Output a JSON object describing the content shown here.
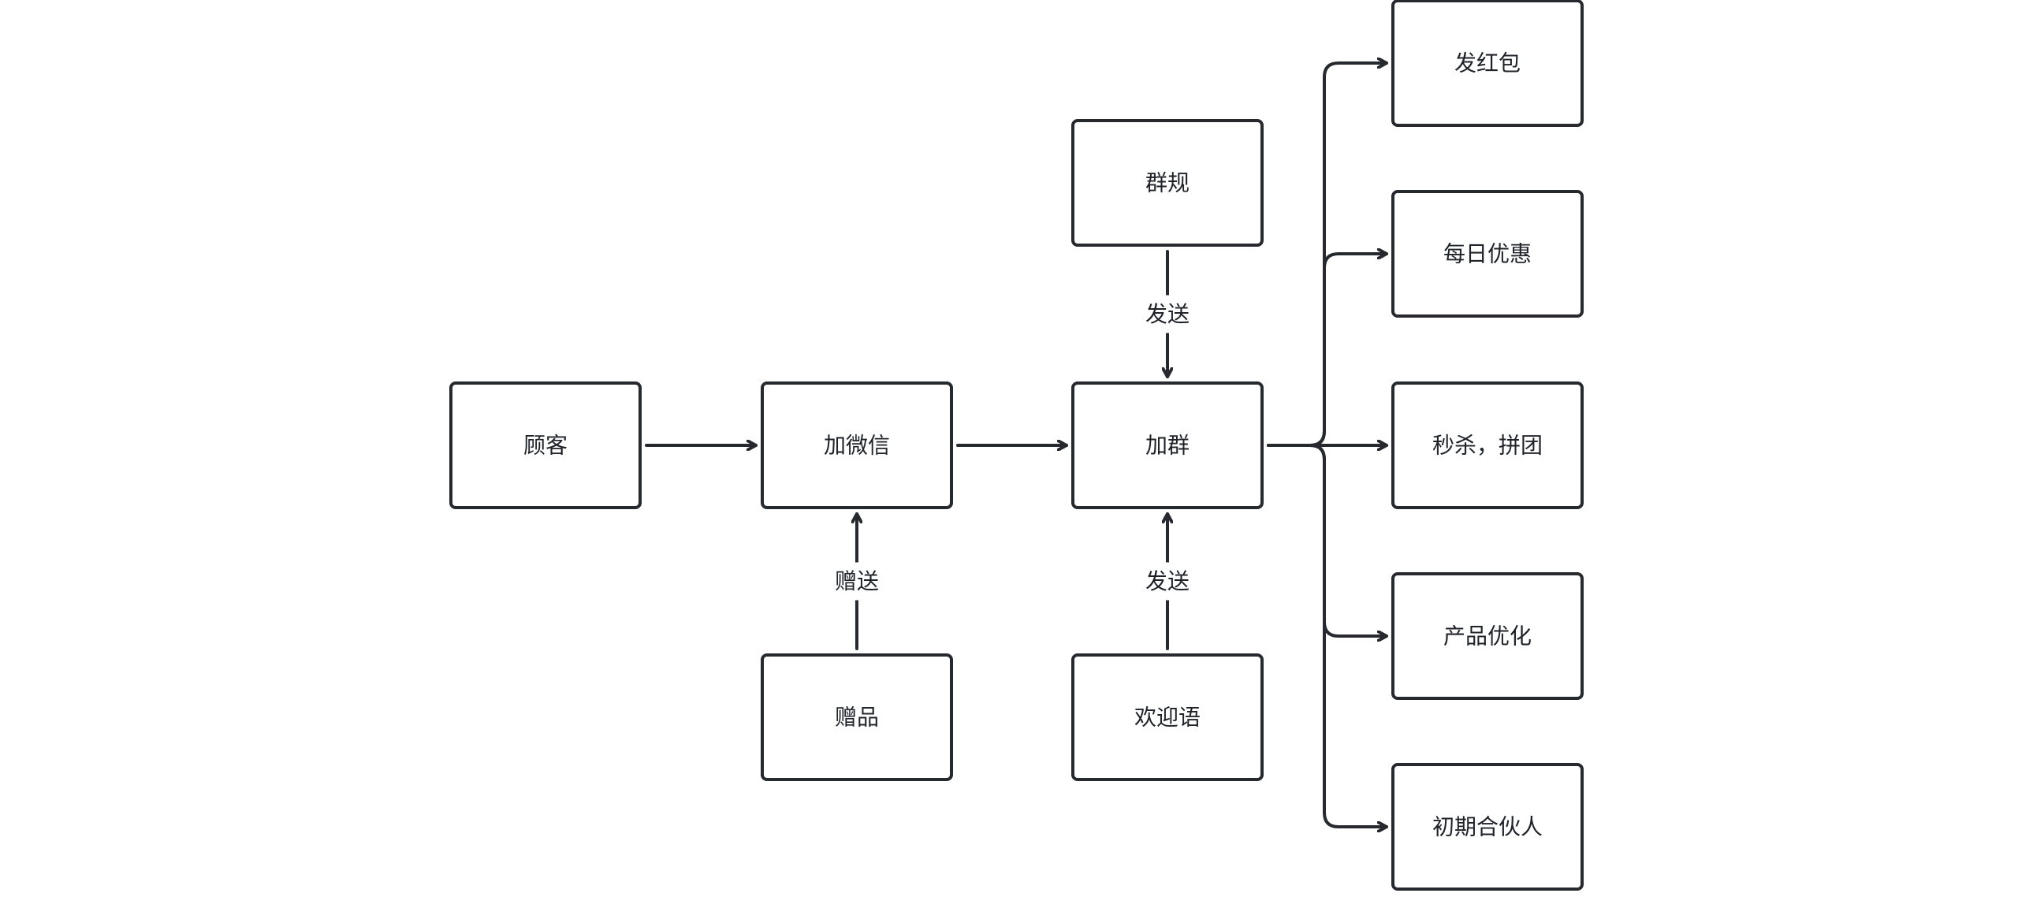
{
  "diagram": {
    "colors": {
      "stroke": "#262a2f",
      "text": "#1f2329",
      "background": "#ffffff"
    },
    "nodes": [
      {
        "id": "guke",
        "label": "顾客"
      },
      {
        "id": "jiaweixin",
        "label": "加微信"
      },
      {
        "id": "jiaqun",
        "label": "加群"
      },
      {
        "id": "qungui",
        "label": "群规"
      },
      {
        "id": "zengpin",
        "label": "赠品"
      },
      {
        "id": "huanyingyu",
        "label": "欢迎语"
      },
      {
        "id": "fahongbao",
        "label": "发红包"
      },
      {
        "id": "meiri",
        "label": "每日优惠"
      },
      {
        "id": "miaosha",
        "label": "秒杀，拼团"
      },
      {
        "id": "chanpin",
        "label": "产品优化"
      },
      {
        "id": "chuqi",
        "label": "初期合伙人"
      }
    ],
    "edges": [
      {
        "from": "guke",
        "to": "jiaweixin",
        "label": ""
      },
      {
        "from": "jiaweixin",
        "to": "jiaqun",
        "label": ""
      },
      {
        "from": "qungui",
        "to": "jiaqun",
        "label": "发送"
      },
      {
        "from": "zengpin",
        "to": "jiaweixin",
        "label": "赠送"
      },
      {
        "from": "huanyingyu",
        "to": "jiaqun",
        "label": "发送"
      },
      {
        "from": "jiaqun",
        "to": "fahongbao",
        "label": ""
      },
      {
        "from": "jiaqun",
        "to": "meiri",
        "label": ""
      },
      {
        "from": "jiaqun",
        "to": "miaosha",
        "label": ""
      },
      {
        "from": "jiaqun",
        "to": "chanpin",
        "label": ""
      },
      {
        "from": "jiaqun",
        "to": "chuqi",
        "label": ""
      }
    ]
  }
}
